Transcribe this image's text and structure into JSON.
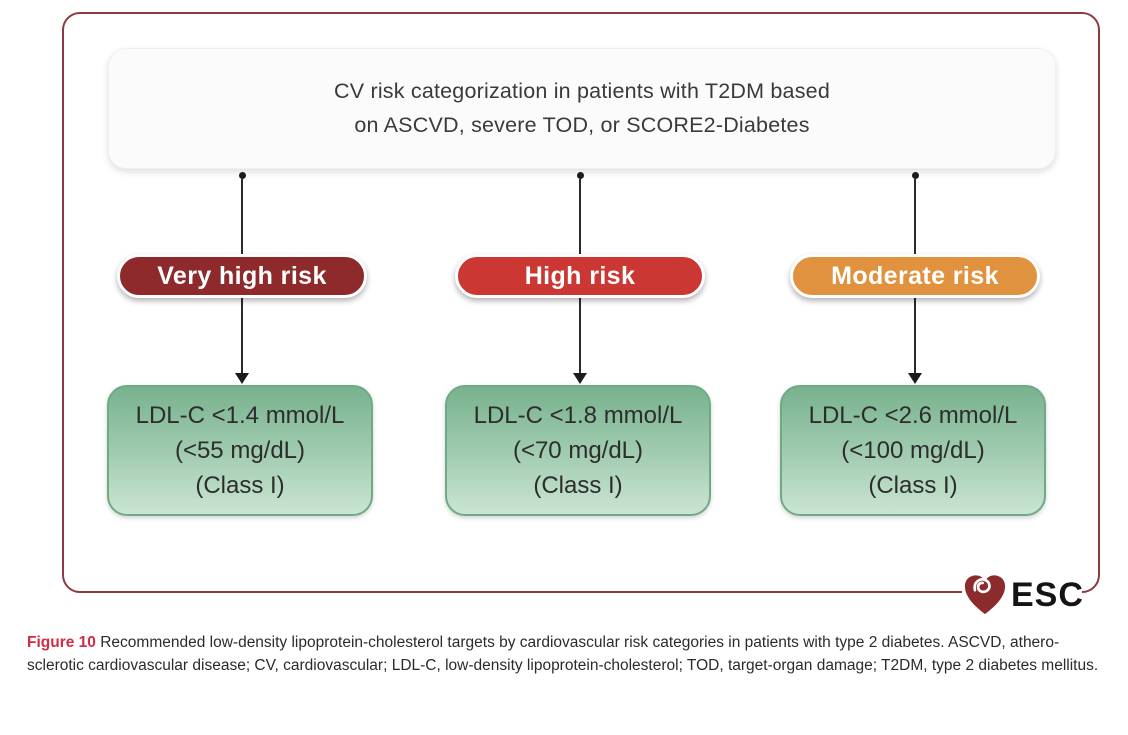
{
  "figure": {
    "header": {
      "line1": "CV risk categorization in patients with T2DM based",
      "line2": "on ASCVD, severe TOD, or SCORE2-Diabetes"
    },
    "columns": [
      {
        "risk_label": "Very high risk",
        "risk_color": "#8e2a2c",
        "target_line1": "LDL-C <1.4 mmol/L",
        "target_line2": "(<55 mg/dL)",
        "target_line3": "(Class I)"
      },
      {
        "risk_label": "High risk",
        "risk_color": "#cb3733",
        "target_line1": "LDL-C <1.8 mmol/L",
        "target_line2": "(<70 mg/dL)",
        "target_line3": "(Class I)"
      },
      {
        "risk_label": "Moderate risk",
        "risk_color": "#e0923e",
        "target_line1": "LDL-C <2.6 mmol/L",
        "target_line2": "(<100 mg/dL)",
        "target_line3": "(Class I)"
      }
    ],
    "logo": {
      "text": "ESC",
      "heart_color": "#8c2b2b"
    },
    "caption": {
      "label": "Figure 10",
      "line1": "Recommended low-density lipoprotein-cholesterol targets by cardiovascular risk categories in patients with type 2 diabetes. ASCVD, athero-",
      "line2": "sclerotic cardiovascular disease; CV, cardiovascular; LDL-C, low-density lipoprotein-cholesterol; TOD, target-organ damage; T2DM, type 2 diabetes mellitus."
    }
  },
  "colors": {
    "frame_border": "#8d3b40",
    "caption_label": "#d02c46",
    "very_high_risk": "#8e2a2c",
    "high_risk": "#cb3733",
    "moderate_risk": "#e0923e",
    "target_green_top": "#78b28e",
    "target_green_bottom": "#cbe5d3"
  }
}
